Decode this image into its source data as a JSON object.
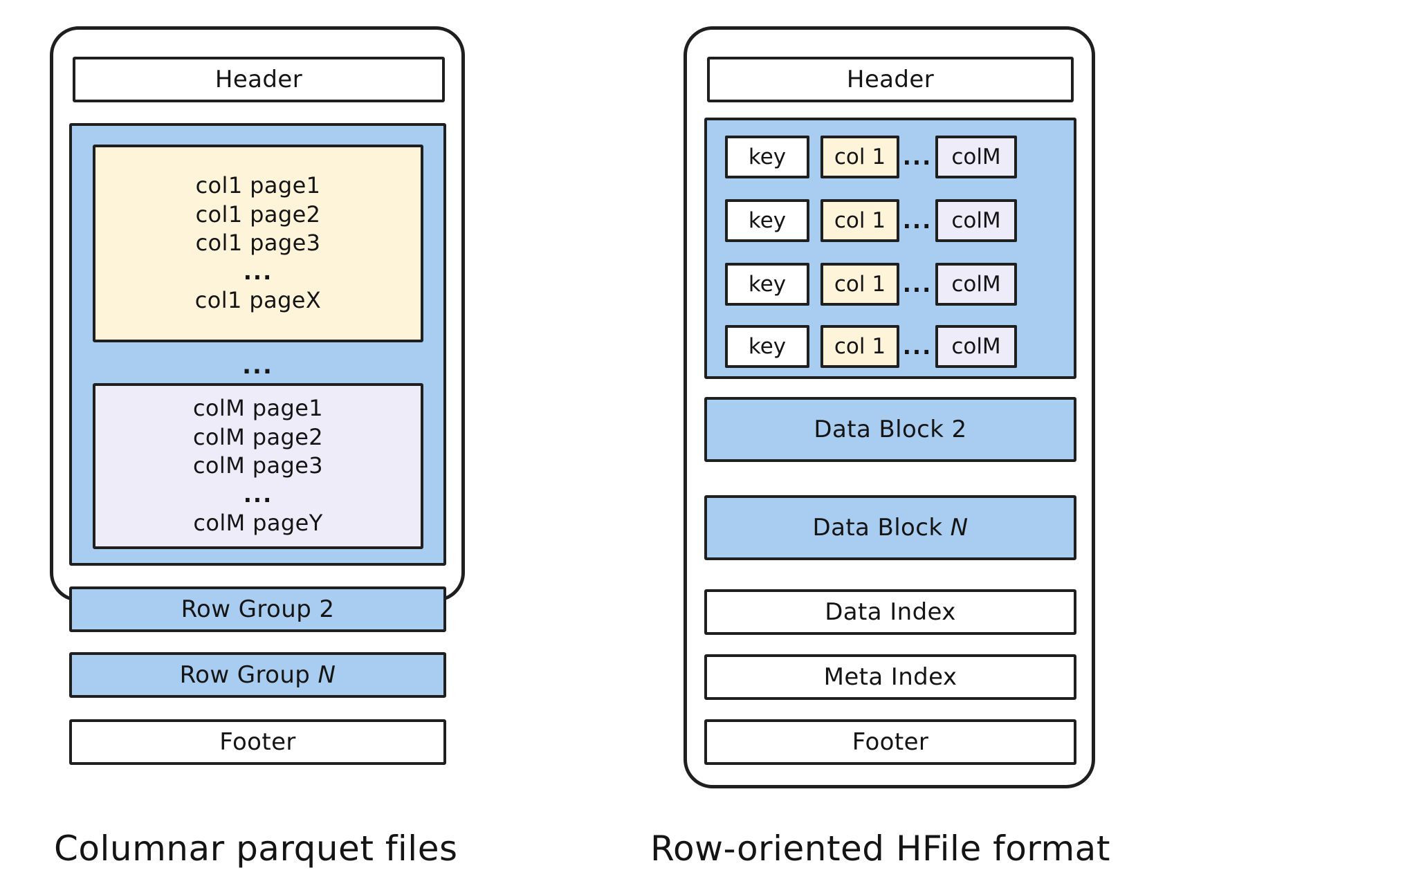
{
  "colors": {
    "blue": "#a8cdf0",
    "cream": "#fdf4da",
    "lavender": "#eeecf9",
    "white": "#ffffff",
    "ink": "#1f1f1f"
  },
  "left_panel": {
    "caption": "Columnar parquet files",
    "header": "Header",
    "row_group_1": {
      "col1_chunk": {
        "lines": [
          "col1 page1",
          "col1 page2",
          "col1 page3",
          "...",
          "col1 pageX"
        ]
      },
      "middle_ellipsis": "...",
      "colM_chunk": {
        "lines": [
          "colM page1",
          "colM page2",
          "colM page3",
          "...",
          "colM pageY"
        ]
      }
    },
    "row_group_2": "Row Group 2",
    "row_group_n_prefix": "Row Group ",
    "row_group_n_italic": "N",
    "footer": "Footer"
  },
  "right_panel": {
    "caption": "Row-oriented HFile format",
    "header": "Header",
    "data_block_1": {
      "rows": [
        {
          "key": "key",
          "col1": "col 1",
          "dots": "...",
          "colM": "colM"
        },
        {
          "key": "key",
          "col1": "col 1",
          "dots": "...",
          "colM": "colM"
        },
        {
          "key": "key",
          "col1": "col 1",
          "dots": "...",
          "colM": "colM"
        },
        {
          "key": "key",
          "col1": "col 1",
          "dots": "...",
          "colM": "colM"
        }
      ]
    },
    "data_block_2": "Data Block 2",
    "data_block_n_prefix": "Data Block ",
    "data_block_n_italic": "N",
    "data_index": "Data Index",
    "meta_index": "Meta Index",
    "footer": "Footer"
  }
}
